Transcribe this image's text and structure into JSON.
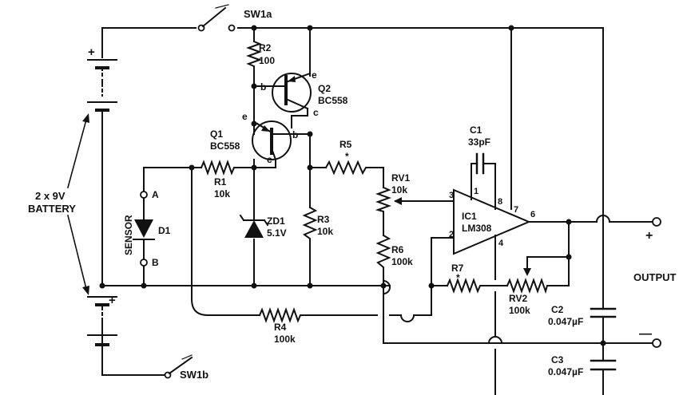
{
  "battery": {
    "label_line1": "2 x 9V",
    "label_line2": "BATTERY",
    "plus": "+",
    "plus2": "+"
  },
  "switches": {
    "sw1a": "SW1a",
    "sw1b": "SW1b"
  },
  "sensor": {
    "label": "SENSOR",
    "a": "A",
    "b": "B",
    "diode": "D1"
  },
  "r1": {
    "name": "R1",
    "value": "10k"
  },
  "r2": {
    "name": "R2",
    "value": "100"
  },
  "r3": {
    "name": "R3",
    "value": "10k"
  },
  "r4": {
    "name": "R4",
    "value": "100k"
  },
  "r5": {
    "name": "R5",
    "mark": "*"
  },
  "r6": {
    "name": "R6",
    "value": "100k"
  },
  "r7": {
    "name": "R7",
    "mark": "*"
  },
  "rv1": {
    "name": "RV1",
    "value": "10k"
  },
  "rv2": {
    "name": "RV2",
    "value": "100k"
  },
  "q1": {
    "name": "Q1",
    "type": "BC558",
    "e": "e",
    "b": "b",
    "c": "c"
  },
  "q2": {
    "name": "Q2",
    "type": "BC558",
    "e": "e",
    "b": "b",
    "c": "c"
  },
  "zd1": {
    "name": "ZD1",
    "value": "5.1V"
  },
  "c1": {
    "name": "C1",
    "value": "33pF"
  },
  "c2": {
    "name": "C2",
    "value": "0.047µF"
  },
  "c3": {
    "name": "C3",
    "value": "0.047µF"
  },
  "ic1": {
    "name": "IC1",
    "type": "LM308",
    "p1": "1",
    "p2": "2",
    "p3": "3",
    "p4": "4",
    "p6": "6",
    "p7": "7",
    "p8": "8"
  },
  "output": {
    "label": "OUTPUT",
    "plus": "+",
    "minus": "—"
  }
}
